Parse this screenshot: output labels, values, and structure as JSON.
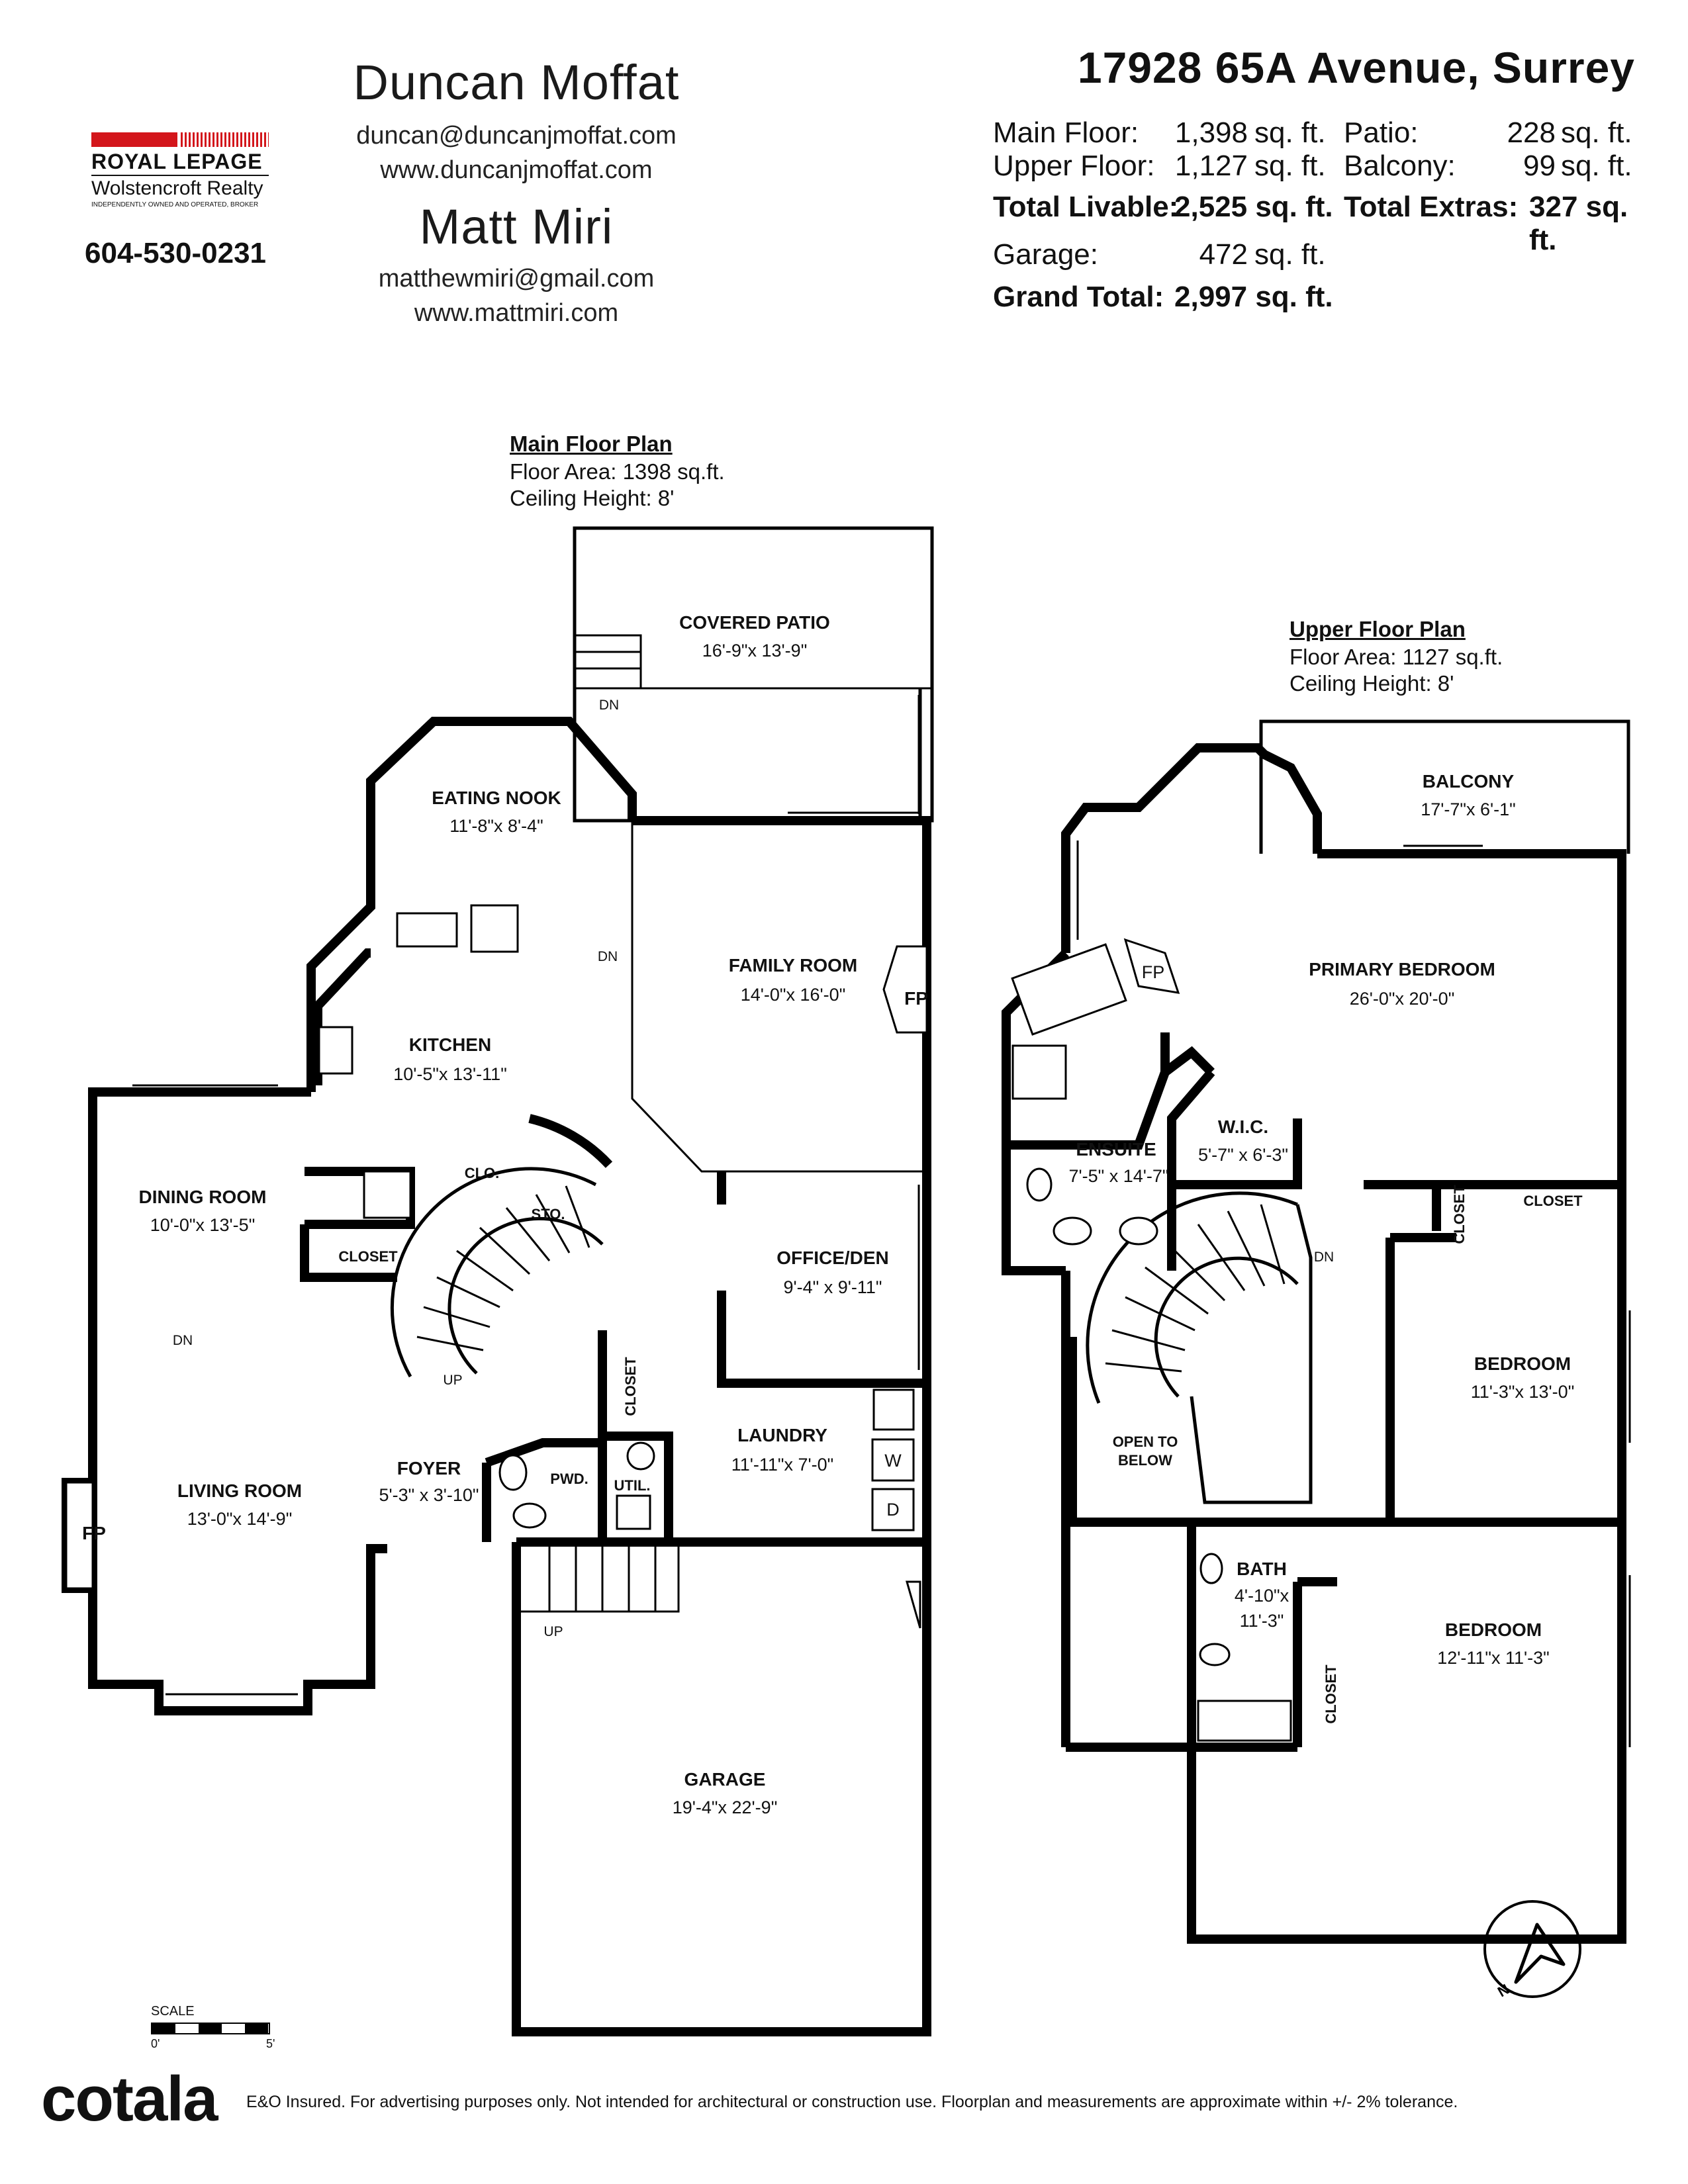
{
  "brokerage": {
    "logo_top": "ROYAL LEPAGE",
    "logo_name": "Wolstencroft Realty",
    "logo_tag": "INDEPENDENTLY OWNED AND OPERATED, BROKER",
    "phone": "604-530-0231"
  },
  "agents": [
    {
      "name": "Duncan Moffat",
      "email": "duncan@duncanjmoffat.com",
      "web": "www.duncanjmoffat.com"
    },
    {
      "name": "Matt Miri",
      "email": "matthewmiri@gmail.com",
      "web": "www.mattmiri.com"
    }
  ],
  "property": {
    "address": "17928 65A Avenue, Surrey",
    "stats": {
      "main_floor_label": "Main Floor:",
      "main_floor_value": "1,398",
      "main_floor_unit": "sq. ft.",
      "upper_floor_label": "Upper Floor:",
      "upper_floor_value": "1,127",
      "upper_floor_unit": "sq. ft.",
      "total_livable_label": "Total Livable:",
      "total_livable_value": "2,525 sq. ft.",
      "garage_label": "Garage:",
      "garage_value": "472",
      "garage_unit": "sq. ft.",
      "grand_total_label": "Grand Total:",
      "grand_total_value": "2,997 sq. ft.",
      "patio_label": "Patio:",
      "patio_value": "228",
      "patio_unit": "sq. ft.",
      "balcony_label": "Balcony:",
      "balcony_value": "99",
      "balcony_unit": "sq. ft.",
      "total_extras_label": "Total Extras:",
      "total_extras_value": "327 sq. ft."
    }
  },
  "main_floor": {
    "title": "Main Floor Plan",
    "area": "Floor Area: 1398 sq.ft.",
    "ceiling": "Ceiling Height: 8'",
    "rooms": {
      "covered_patio": {
        "name": "COVERED PATIO",
        "dims": "16'-9\"x 13'-9\""
      },
      "eating_nook": {
        "name": "EATING NOOK",
        "dims": "11'-8\"x 8'-4\""
      },
      "family_room": {
        "name": "FAMILY ROOM",
        "dims": "14'-0\"x 16'-0\""
      },
      "kitchen": {
        "name": "KITCHEN",
        "dims": "10'-5\"x 13'-11\""
      },
      "dining_room": {
        "name": "DINING ROOM",
        "dims": "10'-0\"x 13'-5\""
      },
      "office_den": {
        "name": "OFFICE/DEN",
        "dims": "9'-4\" x 9'-11\""
      },
      "living_room": {
        "name": "LIVING ROOM",
        "dims": "13'-0\"x 14'-9\""
      },
      "foyer": {
        "name": "FOYER",
        "dims": "5'-3\" x 3'-10\""
      },
      "laundry": {
        "name": "LAUNDRY",
        "dims": "11'-11\"x 7'-0\""
      },
      "garage": {
        "name": "GARAGE",
        "dims": "19'-4\"x 22'-9\""
      }
    },
    "labels": {
      "clo": "CLO.",
      "sto": "STO.",
      "closet": "CLOSET",
      "closet_v": "CLOSET",
      "pwd": "PWD.",
      "util": "UTIL.",
      "fp1": "FP",
      "fp2": "FP",
      "dn1": "DN",
      "dn2": "DN",
      "dn3": "DN",
      "up1": "UP",
      "up2": "UP",
      "washer": "W",
      "dryer": "D"
    }
  },
  "upper_floor": {
    "title": "Upper Floor Plan",
    "area": "Floor Area: 1127 sq.ft.",
    "ceiling": "Ceiling Height: 8'",
    "rooms": {
      "balcony": {
        "name": "BALCONY",
        "dims": "17'-7\"x 6'-1\""
      },
      "primary_bedroom": {
        "name": "PRIMARY BEDROOM",
        "dims": "26'-0\"x 20'-0\""
      },
      "ensuite": {
        "name": "ENSUITE",
        "dims": "7'-5\" x 14'-7\""
      },
      "wic": {
        "name": "W.I.C.",
        "dims": "5'-7\" x 6'-3\""
      },
      "bedroom1": {
        "name": "BEDROOM",
        "dims": "11'-3\"x 13'-0\""
      },
      "bath": {
        "name": "BATH",
        "dims1": "4'-10\"x",
        "dims2": "11'-3\""
      },
      "bedroom2": {
        "name": "BEDROOM",
        "dims": "12'-11\"x 11'-3\""
      }
    },
    "labels": {
      "fp": "FP",
      "closet_v1": "CLOSET",
      "closet": "CLOSET",
      "closet_v2": "CLOSET",
      "dn": "DN",
      "open1": "OPEN TO",
      "open2": "BELOW"
    }
  },
  "scale": {
    "label": "SCALE",
    "min": "0'",
    "max": "5'"
  },
  "footer": {
    "brand": "cotala",
    "disclaimer": "E&O Insured. For advertising purposes only. Not intended for architectural or construction use. Floorplan and measurements are approximate within +/- 2% tolerance."
  },
  "compass": {
    "letter": "N"
  },
  "colors": {
    "brand_red": "#d3161b",
    "ink": "#111111"
  }
}
